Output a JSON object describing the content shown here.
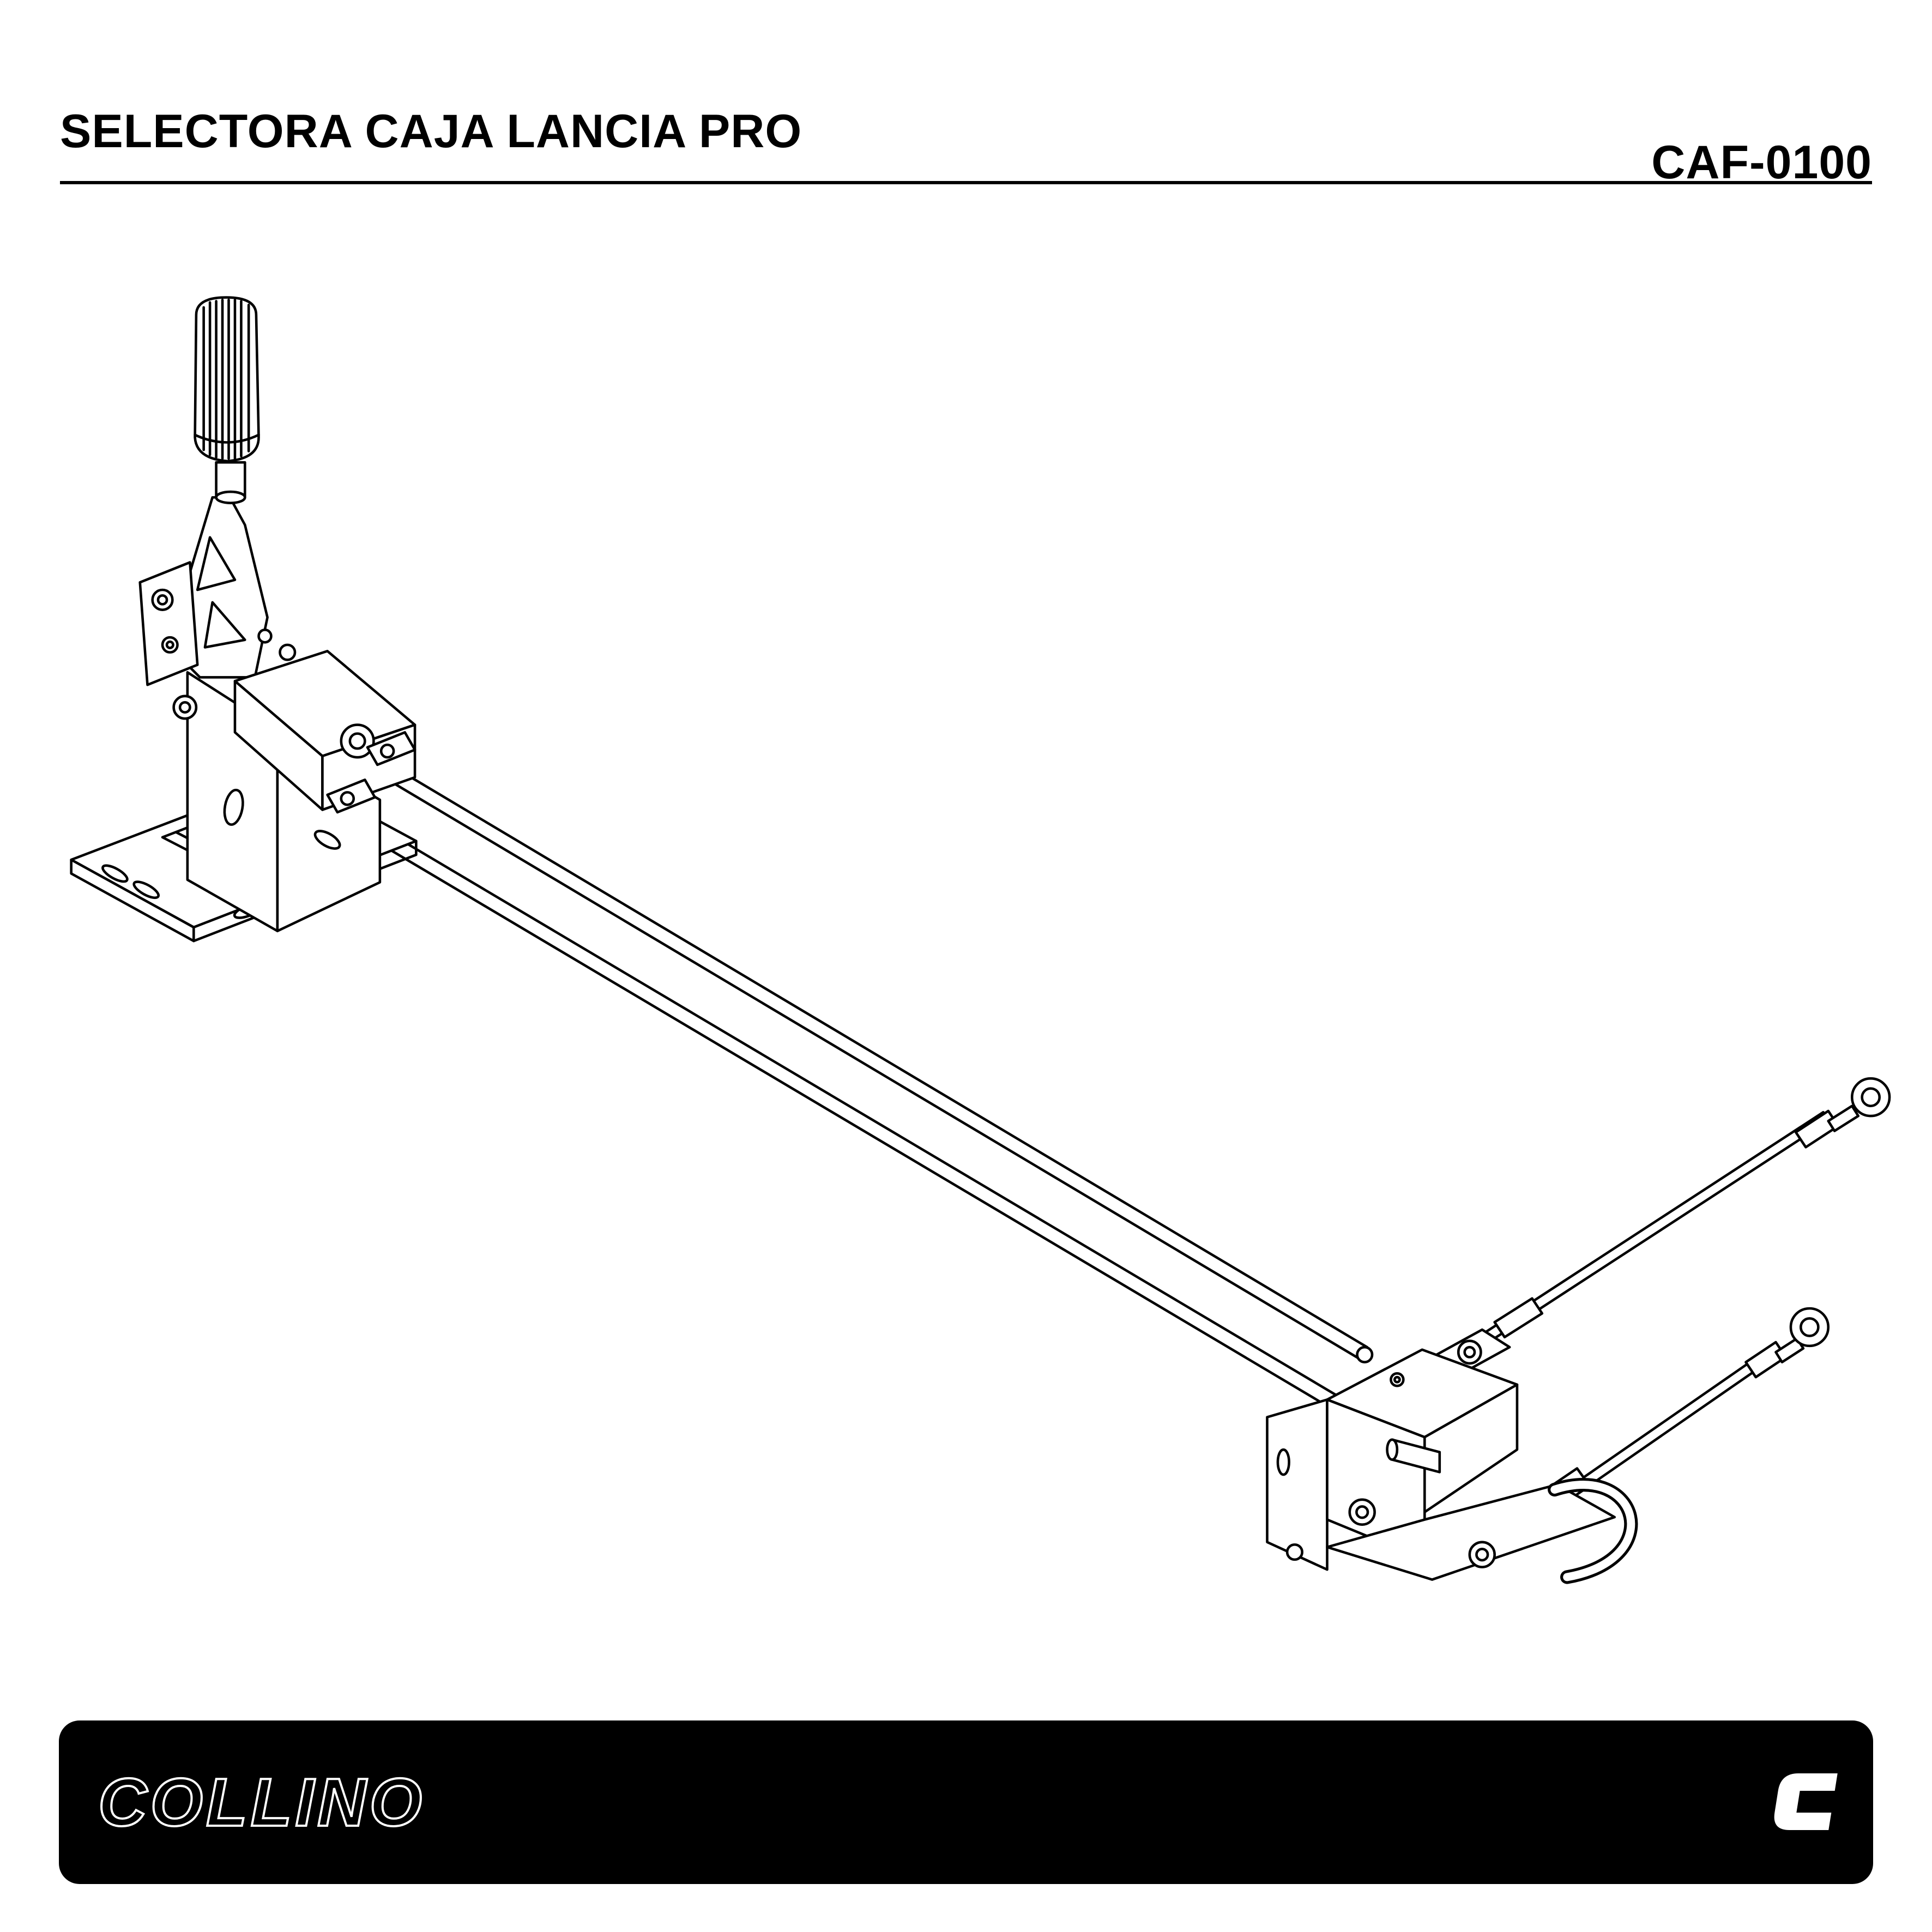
{
  "header": {
    "title": "SELECTORA CAJA LANCIA PRO",
    "part_number": "CAF-0100"
  },
  "footer": {
    "brand_wordmark": "COLLINO",
    "brand_monogram": "C"
  },
  "drawing": {
    "subject": "shifter-linkage-assembly-isometric-line-drawing"
  },
  "colors": {
    "background": "#ffffff",
    "ink": "#000000",
    "banner_background": "#000000",
    "banner_foreground": "#ffffff"
  }
}
